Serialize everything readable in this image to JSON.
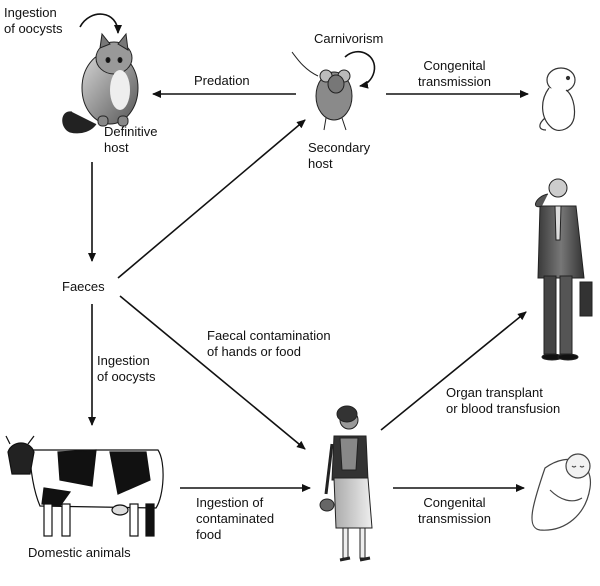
{
  "labels": {
    "ingestion_top": "Ingestion\nof oocysts",
    "definitive_host": "Definitive\nhost",
    "predation": "Predation",
    "carnivorism": "Carnivorism",
    "secondary_host": "Secondary\nhost",
    "congenital_top": "Congenital\ntransmission",
    "faeces": "Faeces",
    "faecal_contamination": "Faecal contamination\nof hands or food",
    "ingestion_left": "Ingestion\nof oocysts",
    "organ_transplant": "Organ transplant\nor blood transfusion",
    "domestic_animals": "Domestic animals",
    "ingestion_contaminated": "Ingestion of\ncontaminated\nfood",
    "congenital_bottom": "Congenital\ntransmission"
  },
  "illustrations": [
    "cat",
    "mouse",
    "fetus",
    "businessman",
    "cow",
    "woman",
    "baby"
  ]
}
